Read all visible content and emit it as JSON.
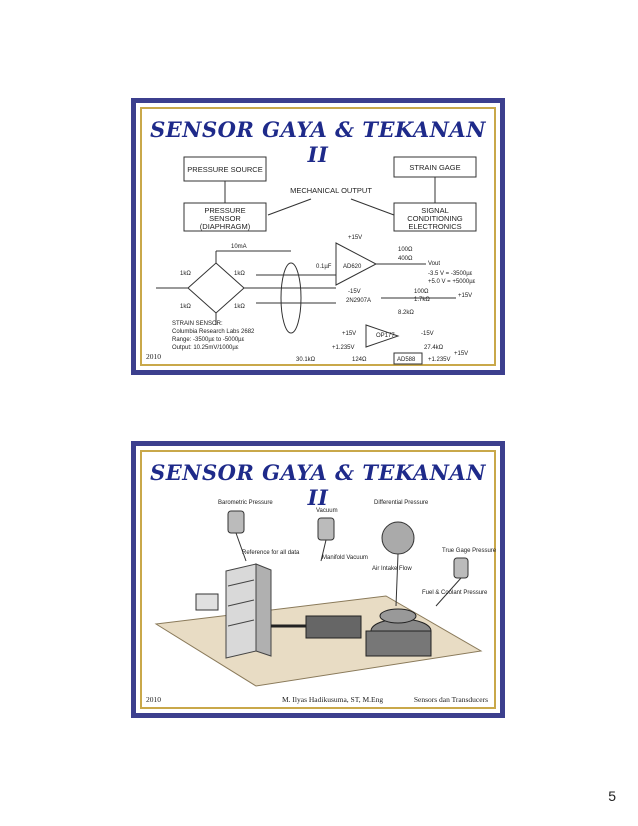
{
  "page_number": "5",
  "slide1": {
    "title": "SENSOR GAYA & TEKANAN II",
    "year": "2010",
    "diagram": {
      "pressure_source": "PRESSURE SOURCE",
      "strain_gage": "STRAIN GAGE",
      "mechanical_output": "MECHANICAL OUTPUT",
      "pressure_sensor_1": "PRESSURE",
      "pressure_sensor_2": "SENSOR",
      "pressure_sensor_3": "(DIAPHRAGM)",
      "signal_1": "SIGNAL",
      "signal_2": "CONDITIONING",
      "signal_3": "ELECTRONICS",
      "p15v": "+15V",
      "m15v": "-15V",
      "r100": "100Ω",
      "r400": "400Ω",
      "vout": "Vout",
      "ma10": "10mA",
      "cap": "0.1µF",
      "ad620": "AD620",
      "k1a": "1kΩ",
      "k1b": "1kΩ",
      "k1c": "1kΩ",
      "k1d": "1kΩ",
      "range1": "-3.5 V = -3500µε",
      "range2": "+5.0 V = +5000µε",
      "r100b": "100Ω",
      "r1k7": "1.7kΩ",
      "p15v2": "+15V",
      "q": "2N2907A",
      "r82": "8.2kΩ",
      "op177": "OP177",
      "p15v3": "+15V",
      "m15v3": "-15V",
      "v1235": "+1.235V",
      "r274": "27.4kΩ",
      "p15v4": "+15V",
      "r301": "30.1kΩ",
      "r124": "124Ω",
      "ad588": "AD588",
      "v1235b": "+1.235V",
      "ss1": "STRAIN SENSOR:",
      "ss2": "Columbia Research Labs 2682",
      "ss3": "Range: -3500µε to -5000µε",
      "ss4": "Output: 10.25mV/1000µε"
    }
  },
  "slide2": {
    "title": "SENSOR GAYA & TEKANAN II",
    "year": "2010",
    "author": "M. Ilyas Hadikusuma, ST, M.Eng",
    "course": "Sensors dan Transducers",
    "labels": {
      "barometric": "Barometric Pressure",
      "vacuum": "Vacuum",
      "differential": "Differential Pressure",
      "reference": "Reference for all data",
      "manifold": "Manifold Vacuum",
      "air_intake": "Air Intake Flow",
      "true_gage": "True Gage Pressure",
      "fuel": "Fuel & Coolant Pressure"
    }
  }
}
